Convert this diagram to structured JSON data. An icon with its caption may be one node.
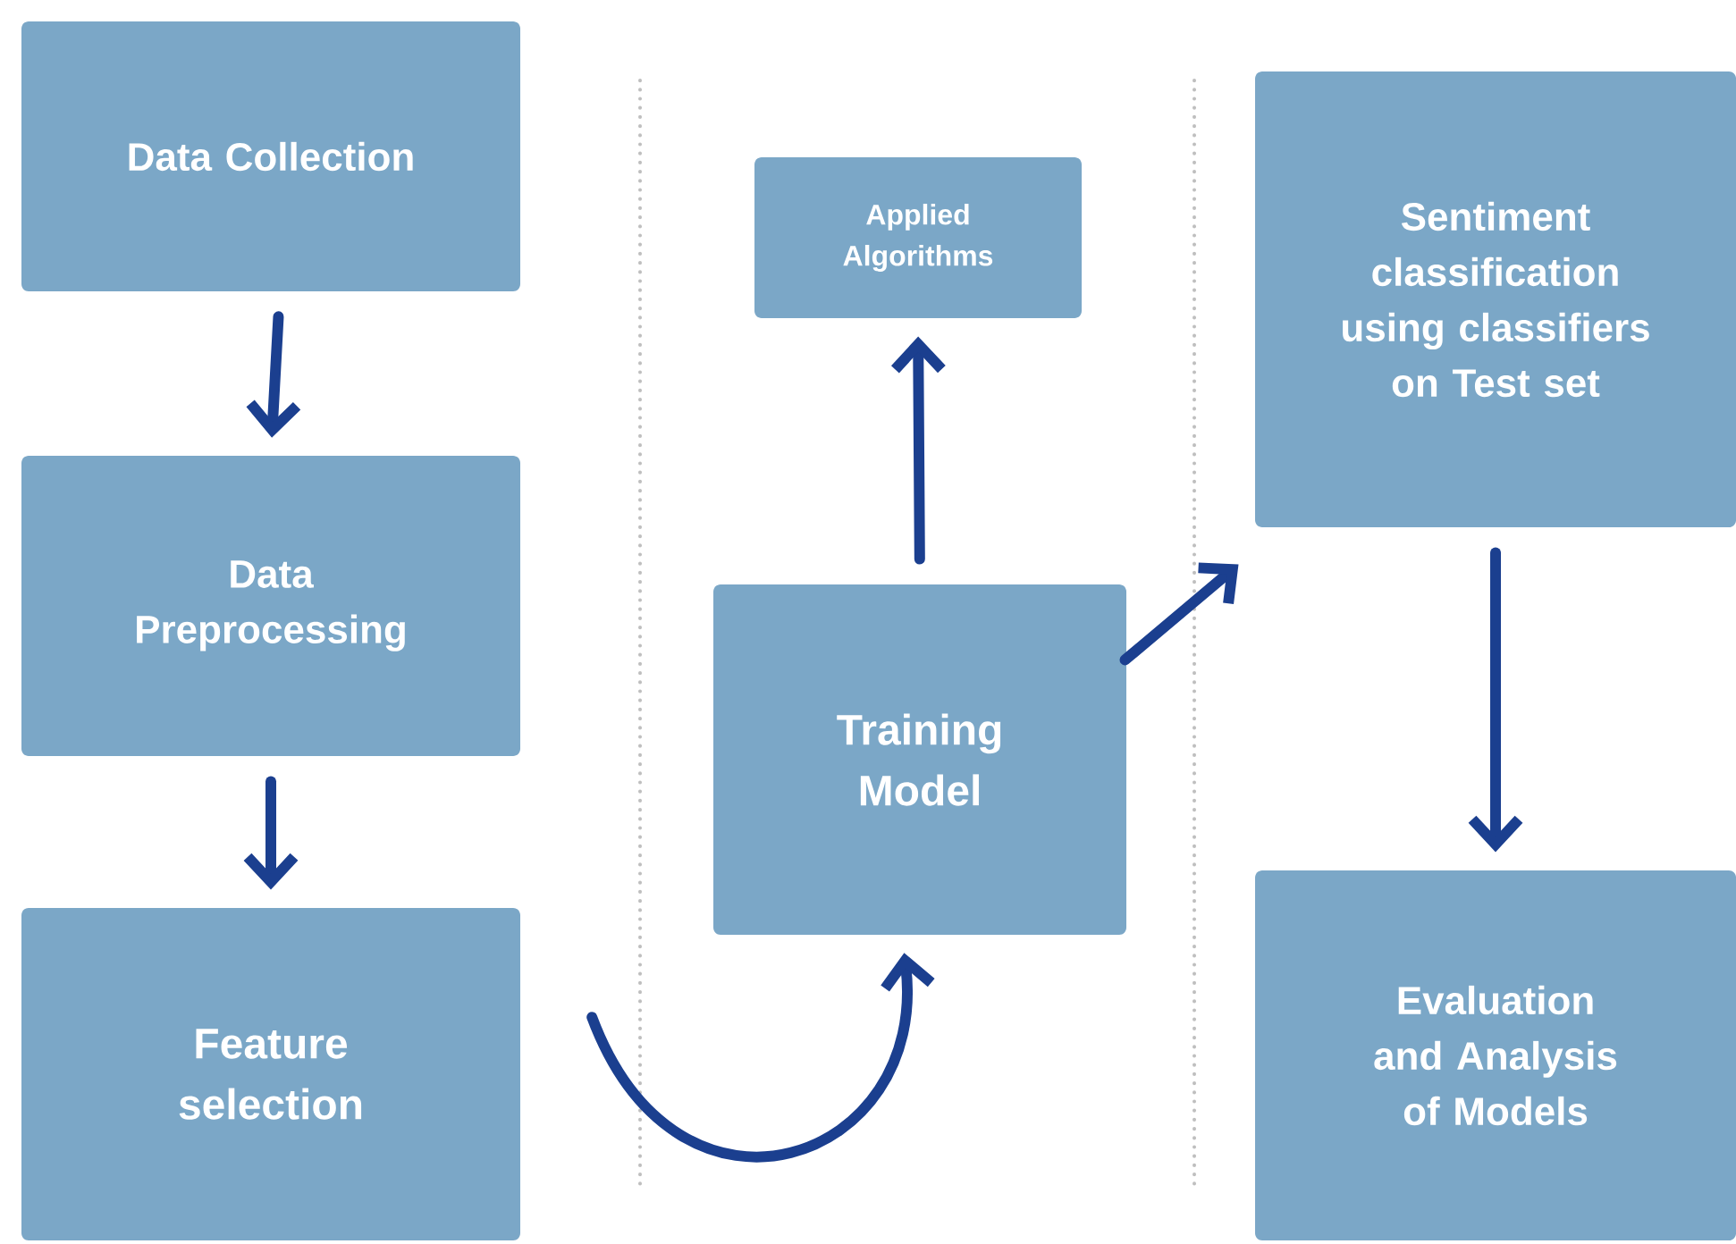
{
  "diagram": {
    "nodes": [
      {
        "text": [
          "Data Collection"
        ]
      },
      {
        "text": [
          "Data Preprocessing"
        ]
      },
      {
        "text": [
          "Feature selection"
        ]
      },
      {
        "text": [
          "Applied Algorithms"
        ]
      },
      {
        "text": [
          "Training Model"
        ]
      },
      {
        "text": [
          "Sentiment classification using classifiers on Test set"
        ]
      },
      {
        "text": [
          "Evaluation and Analysis of Models"
        ]
      }
    ],
    "edges": [
      {
        "from": 0,
        "to": 1,
        "arrow": "to"
      },
      {
        "from": 1,
        "to": 2,
        "arrow": "to"
      },
      {
        "from": 2,
        "to": 4,
        "arrow": "to"
      },
      {
        "from": 4,
        "to": 3,
        "arrow": "to"
      },
      {
        "from": 4,
        "to": 5,
        "arrow": "to"
      },
      {
        "from": 5,
        "to": 6,
        "arrow": "to"
      }
    ]
  }
}
